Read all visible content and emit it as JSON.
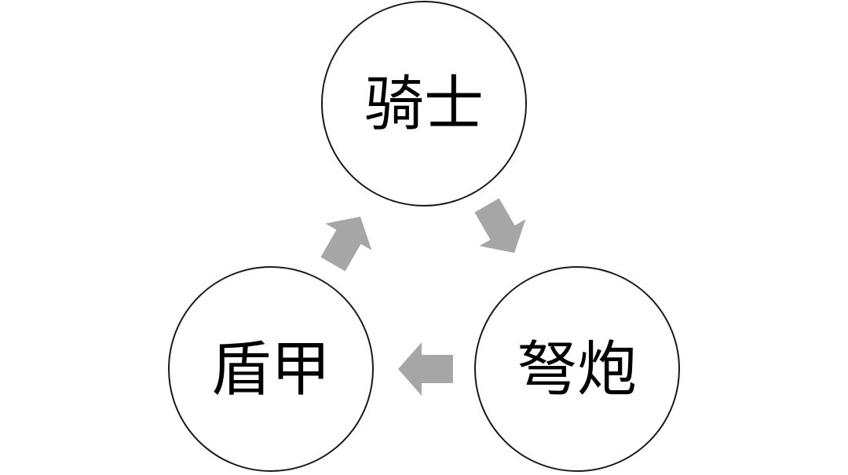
{
  "diagram": {
    "type": "cycle",
    "nodes": [
      {
        "id": "knight",
        "label": "骑士"
      },
      {
        "id": "crossbow",
        "label": "弩炮"
      },
      {
        "id": "shield",
        "label": "盾甲"
      }
    ],
    "edges": [
      {
        "from": "knight",
        "to": "crossbow"
      },
      {
        "from": "crossbow",
        "to": "shield"
      },
      {
        "from": "shield",
        "to": "knight"
      }
    ],
    "colors": {
      "arrow": "#a6a6a6",
      "node_stroke": "#1a1a1a",
      "node_fill": "#ffffff",
      "text": "#000000"
    }
  }
}
